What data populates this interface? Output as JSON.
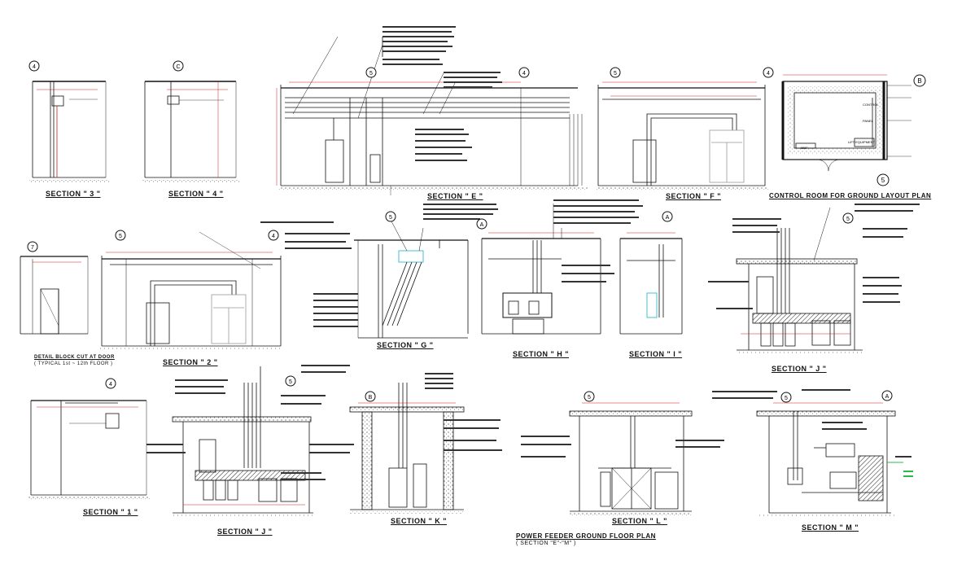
{
  "drawing": {
    "section_titles": {
      "s3": "SECTION \" 3 \"",
      "s4": "SECTION \" 4 \"",
      "sE": "SECTION \" E \"",
      "sF": "SECTION \" F \"",
      "s2": "SECTION \" 2 \"",
      "sG": "SECTION \" G \"",
      "sH": "SECTION \" H \"",
      "sI": "SECTION \" I \"",
      "sJ_top": "SECTION \" J \"",
      "s1": "SECTION \" 1 \"",
      "sJ_bottom": "SECTION \" J \"",
      "sK": "SECTION \" K \"",
      "sL": "SECTION \" L \"",
      "sM": "SECTION \" M \""
    },
    "control_room_title": "CONTROL ROOM FOR GROUND LAYOUT PLAN",
    "power_feeder_title": "POWER FEEDER GROUND FLOOR PLAN",
    "power_feeder_subtitle": "( SECTION \"E\"-\"M\" )",
    "detail_note_line1": "DETAIL BLOCK CUT AT DOOR",
    "detail_note_line2": "( TYPICAL 1st ~ 12th FLOOR )",
    "grid_bubbles": {
      "b4a": "4",
      "bC": "C",
      "b5a": "5",
      "b4b": "4",
      "b5b": "5",
      "b4c": "4",
      "bB": "B",
      "b5c": "5",
      "b7": "7",
      "b5d": "5",
      "b4d": "4",
      "bA1": "A",
      "bA2": "A",
      "b5e": "5",
      "b4e": "4",
      "b5f": "5",
      "bB2": "B",
      "b5g": "5",
      "bA3": "A",
      "b5h": "5",
      "b5i": "5"
    },
    "plan_room_labels": {
      "r1": "MDF",
      "r2": "CONTROL",
      "r3": "PANEL",
      "r4": "LIFT EQUIPMENT"
    },
    "colors": {
      "ink": "#111111",
      "red_dims": "#d11a1a",
      "cyan": "#19b3c6",
      "green": "#2fb84a",
      "light": "#9a9a9a"
    }
  }
}
